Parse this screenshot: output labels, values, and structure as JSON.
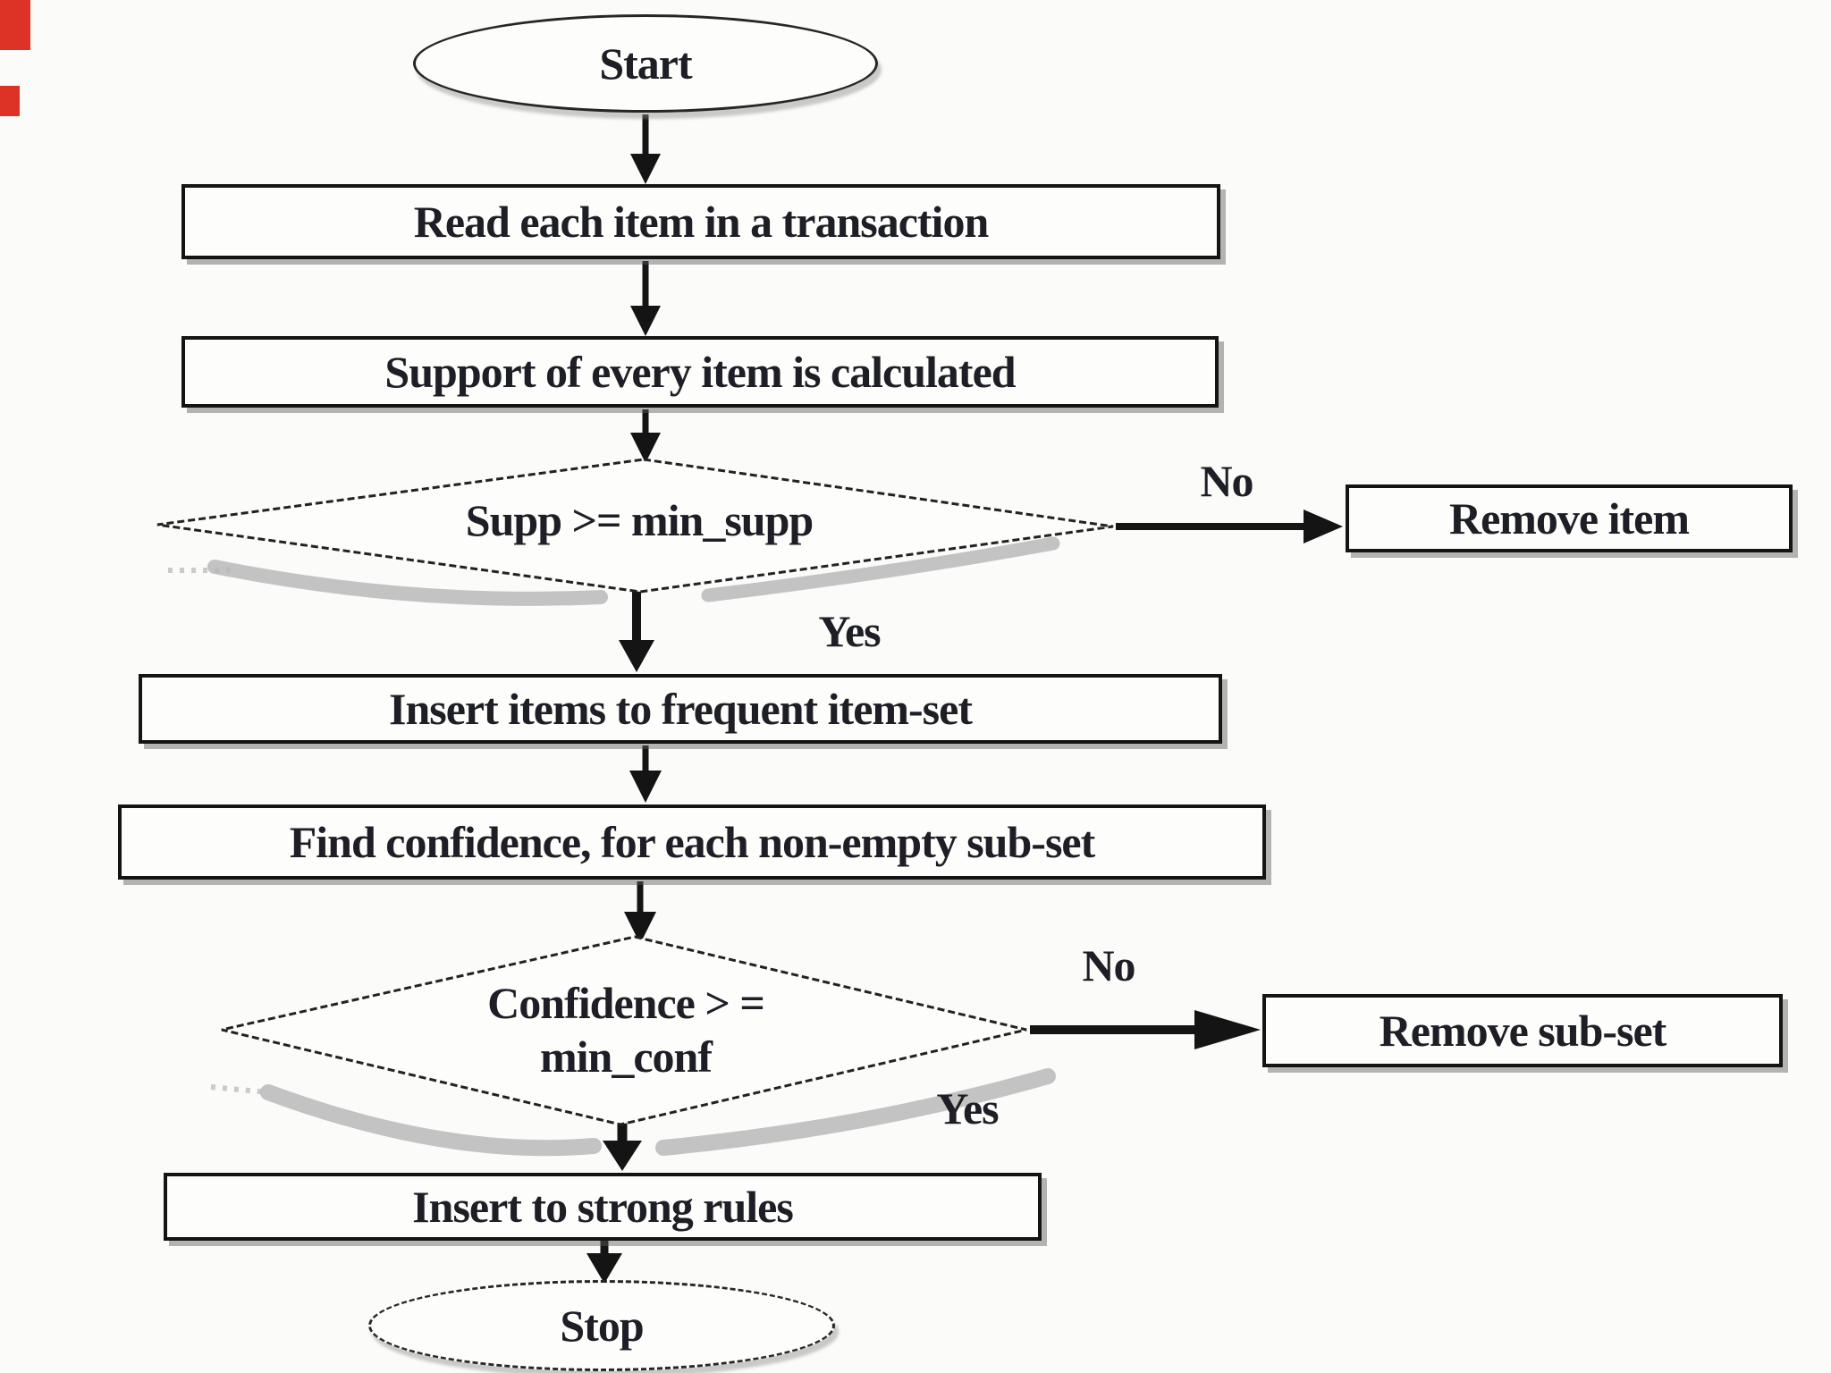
{
  "flowchart": {
    "nodes": {
      "start": {
        "type": "terminator",
        "label": "Start"
      },
      "read_items": {
        "type": "process",
        "label": "Read each item in a transaction"
      },
      "calc_support": {
        "type": "process",
        "label": "Support of every item is calculated"
      },
      "supp_decision": {
        "type": "decision",
        "label": "Supp >= min_supp"
      },
      "remove_item": {
        "type": "process",
        "label": "Remove item"
      },
      "insert_frequent": {
        "type": "process",
        "label": "Insert items to frequent item-set"
      },
      "find_confidence": {
        "type": "process",
        "label": "Find confidence, for each non-empty sub-set"
      },
      "conf_decision": {
        "type": "decision",
        "label_line1": "Confidence > =",
        "label_line2": "min_conf"
      },
      "remove_subset": {
        "type": "process",
        "label": "Remove sub-set"
      },
      "insert_strong": {
        "type": "process",
        "label": "Insert to strong rules"
      },
      "stop": {
        "type": "terminator",
        "label": "Stop"
      }
    },
    "edge_labels": {
      "supp_no": "No",
      "supp_yes": "Yes",
      "conf_no": "No",
      "conf_yes": "Yes"
    },
    "colors": {
      "ink": "#1e1f26",
      "line": "#141414",
      "node_fill": "#fdfdfc",
      "background": "#fbfbfa",
      "shadow_gray": "#b9b9b9",
      "corner_mark_red": "#dd3226"
    }
  }
}
